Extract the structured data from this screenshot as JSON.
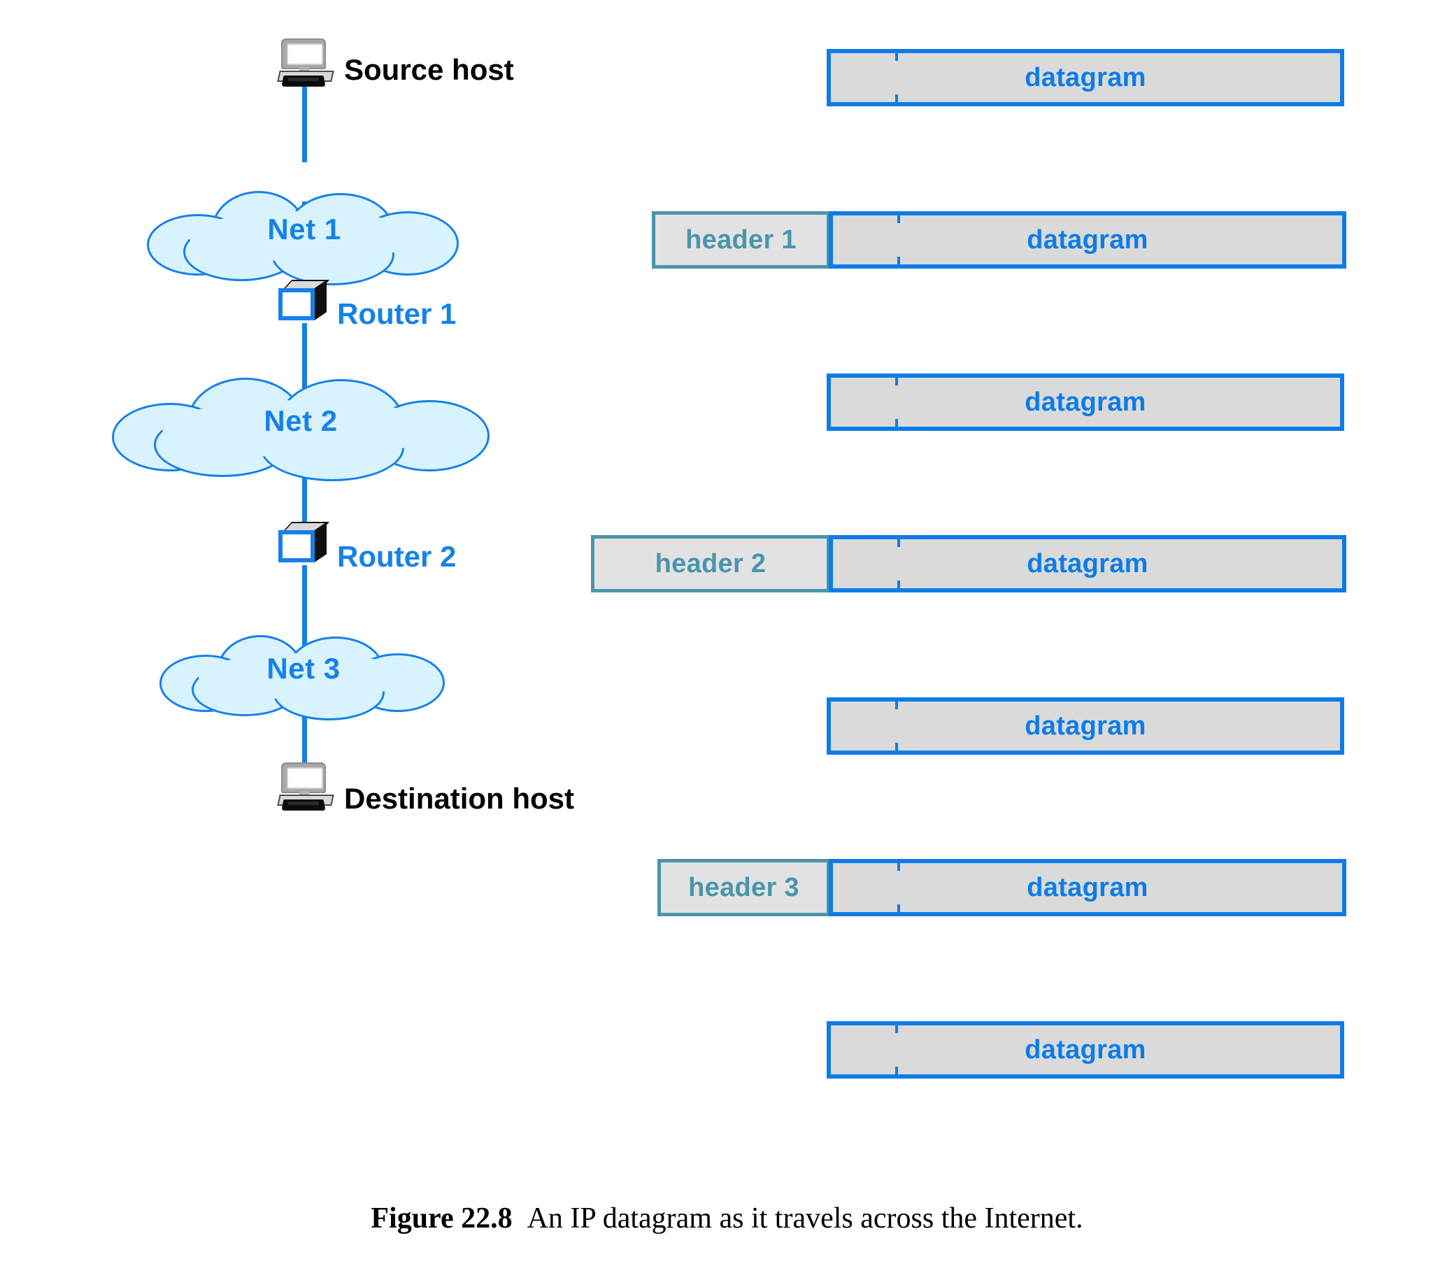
{
  "figure": {
    "caption_label": "Figure 22.8",
    "caption_text": "An IP datagram as it travels across the Internet."
  },
  "colors": {
    "accent_blue": "#0d7ce8",
    "line_blue": "#1681e8",
    "header_teal": "#4a95ac",
    "packet_fill_gray": "#dadada",
    "header_fill_gray": "#e2e2e2",
    "cloud_fill": "#d8f3fd"
  },
  "topology": {
    "nodes": [
      {
        "id": "source-host",
        "label": "Source host",
        "type": "host",
        "label_color": "black"
      },
      {
        "id": "net-1",
        "label": "Net 1",
        "type": "cloud",
        "label_color": "blue"
      },
      {
        "id": "router-1",
        "label": "Router 1",
        "type": "router",
        "label_color": "blue"
      },
      {
        "id": "net-2",
        "label": "Net 2",
        "type": "cloud",
        "label_color": "blue"
      },
      {
        "id": "router-2",
        "label": "Router 2",
        "type": "router",
        "label_color": "blue"
      },
      {
        "id": "net-3",
        "label": "Net 3",
        "type": "cloud",
        "label_color": "blue"
      },
      {
        "id": "destination-host",
        "label": "Destination host",
        "type": "host",
        "label_color": "black"
      }
    ]
  },
  "packets": [
    {
      "id": "packet-source",
      "header": null,
      "body": "datagram"
    },
    {
      "id": "packet-net-1",
      "header": "header 1",
      "body": "datagram"
    },
    {
      "id": "packet-router-1",
      "header": null,
      "body": "datagram"
    },
    {
      "id": "packet-net-2",
      "header": "header 2",
      "body": "datagram"
    },
    {
      "id": "packet-router-2",
      "header": null,
      "body": "datagram"
    },
    {
      "id": "packet-net-3",
      "header": "header 3",
      "body": "datagram"
    },
    {
      "id": "packet-destination",
      "header": null,
      "body": "datagram"
    }
  ]
}
